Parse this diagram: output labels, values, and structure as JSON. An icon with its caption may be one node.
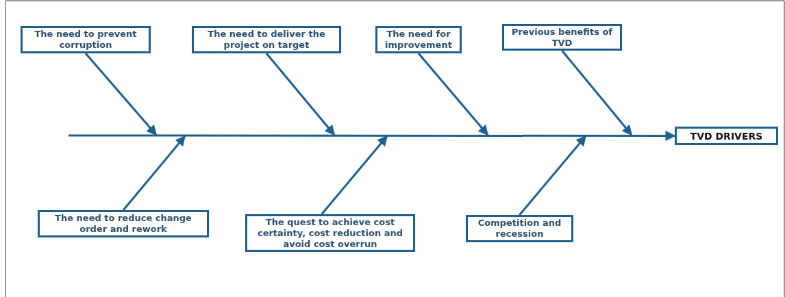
{
  "diagram": {
    "nodes": [
      {
        "text": [
          "The need to prevent corruption"
        ]
      },
      {
        "text": [
          "The need to deliver the project on target"
        ]
      },
      {
        "text": [
          "The need for improvement"
        ]
      },
      {
        "text": [
          "Previous benefits of TVD"
        ]
      },
      {
        "text": [
          "The need to reduce change order and rework"
        ]
      },
      {
        "text": [
          "The quest to achieve cost certainty, cost reduction and avoid cost overrun"
        ]
      },
      {
        "text": [
          "Competition and recession"
        ]
      },
      {
        "text": [
          "TVD DRIVERS"
        ]
      }
    ],
    "edges": [
      {
        "from": 0,
        "to": null,
        "arrow": "to"
      },
      {
        "from": 1,
        "to": null,
        "arrow": "to"
      },
      {
        "from": 2,
        "to": null,
        "arrow": "to"
      },
      {
        "from": 3,
        "to": null,
        "arrow": "to"
      },
      {
        "from": 4,
        "to": null,
        "arrow": "to"
      },
      {
        "from": 5,
        "to": null,
        "arrow": "to"
      },
      {
        "from": 6,
        "to": null,
        "arrow": "to"
      },
      {
        "from": null,
        "to": 7,
        "arrow": "to"
      }
    ]
  }
}
